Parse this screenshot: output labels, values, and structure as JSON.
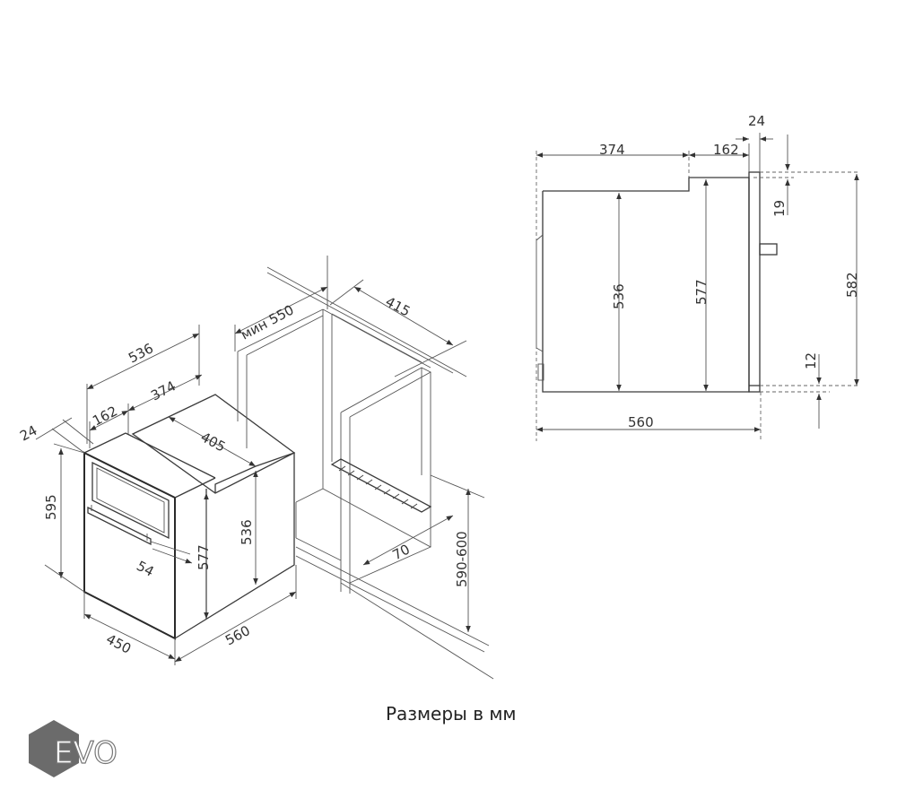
{
  "caption": "Размеры в мм",
  "logo": {
    "text": "EVO",
    "color": "#6b6b6b"
  },
  "iso_view": {
    "d_24": "24",
    "d_595": "595",
    "d_536_top": "536",
    "d_162": "162",
    "d_374": "374",
    "d_405": "405",
    "d_536_side": "536",
    "d_577": "577",
    "d_54": "54",
    "d_450": "450",
    "d_560": "560",
    "d_min550": "мин 550",
    "d_415": "415",
    "d_70": "70",
    "d_590_600": "590-600"
  },
  "side_view": {
    "d_374": "374",
    "d_162": "162",
    "d_24": "24",
    "d_19": "19",
    "d_536": "536",
    "d_577": "577",
    "d_582": "582",
    "d_12": "12",
    "d_560": "560"
  }
}
